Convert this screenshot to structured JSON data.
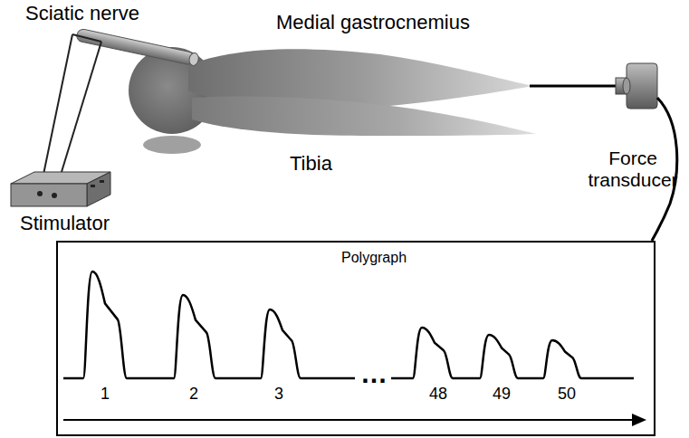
{
  "diagram": {
    "nodes": [
      {
        "text": [
          "Polygraph",
          "1",
          "2",
          "3",
          "…",
          "48",
          "49",
          "50"
        ]
      }
    ],
    "labels": [
      "Sciatic nerve",
      "Medial gastrocnemius",
      "Tibia",
      "Stimulator",
      "Force transducer"
    ]
  }
}
